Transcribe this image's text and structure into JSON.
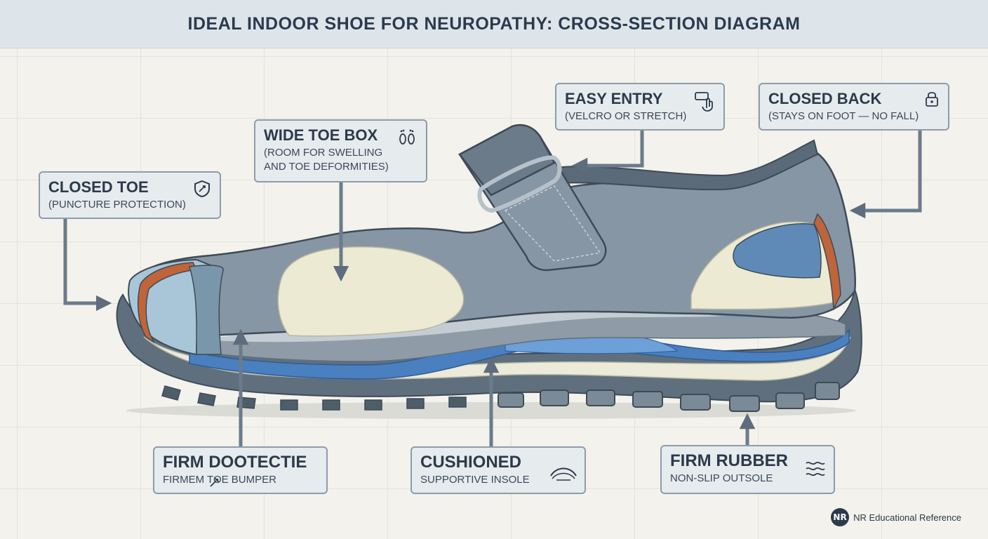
{
  "title": "IDEAL INDOOR SHOE FOR NEUROPATHY: CROSS-SECTION DIAGRAM",
  "callouts": {
    "closed_toe": {
      "title": "CLOSED TOE",
      "subtitle": "(PUNCTURE PROTECTION)",
      "icon": "shield-icon"
    },
    "wide_toe_box": {
      "title": "WIDE TOE BOX",
      "subtitle": "(ROOM FOR SWELLING AND TOE DEFORMITIES)",
      "icon": "footprints-icon"
    },
    "easy_entry": {
      "title": "EASY ENTRY",
      "subtitle": "(VELCRO OR STRETCH)",
      "icon": "hand-pointer-icon"
    },
    "closed_back": {
      "title": "CLOSED BACK",
      "subtitle": "(STAYS ON FOOT — NO FALL)",
      "icon": "lock-icon"
    },
    "firm_toe": {
      "title": "FIRM DOOTECTIE",
      "subtitle": "FIRMEM TOE BUMPER",
      "icon": "hammer-icon"
    },
    "cushioned": {
      "title": "CUSHIONED",
      "subtitle": "SUPPORTIVE INSOLE",
      "icon": "cushion-icon"
    },
    "firm_rubber": {
      "title": "FIRM RUBBER",
      "subtitle": "NON-SLIP OUTSOLE",
      "icon": "waves-icon"
    }
  },
  "footer": {
    "badge": "NR",
    "text": "NR Educational Reference"
  },
  "colors": {
    "outsole": "#5f6f7e",
    "midsole": "#ecebd9",
    "cushion_blue": "#4a7fc0",
    "upper": "#8696a4",
    "accent_orange": "#c0643a",
    "callout_border": "#8d9cab"
  }
}
